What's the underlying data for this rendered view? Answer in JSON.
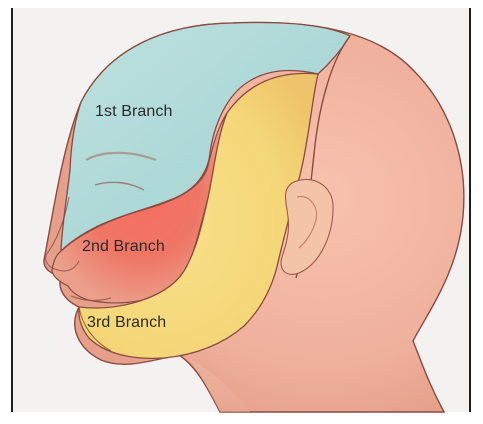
{
  "labels": {
    "branch_1": "1st Branch",
    "branch_2": "2nd Branch",
    "branch_3": "3rd Branch"
  },
  "colors": {
    "background": "#f4f2f1",
    "skin": "#efb19d",
    "skin_shadow": "#d98f78",
    "branch_1_zone": "#b9dfde",
    "branch_2_zone": "#ee6f63",
    "branch_3_zone": "#f6dc7a",
    "outline": "#7a3b32"
  },
  "icons": {
    "head": "head-profile-illustration"
  }
}
